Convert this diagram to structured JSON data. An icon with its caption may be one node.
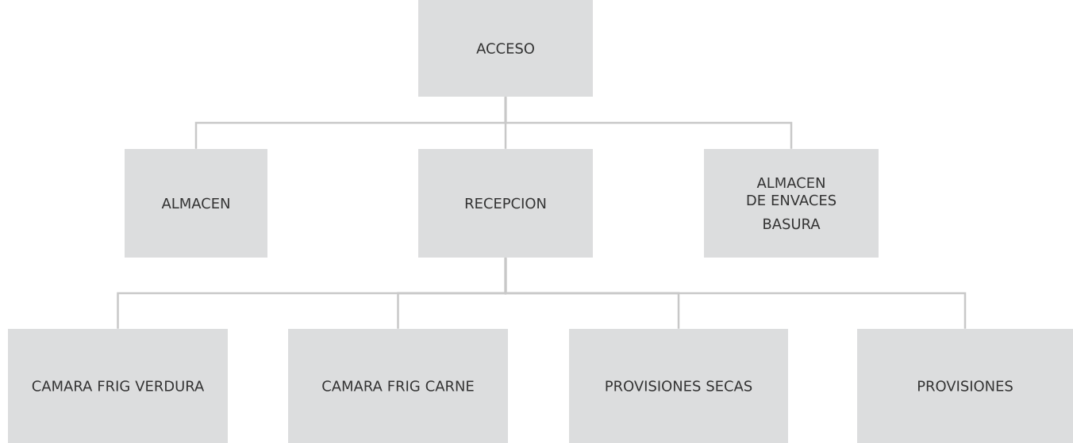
{
  "diagram": {
    "nodes": [
      {
        "text": [
          "ACCESO"
        ]
      },
      {
        "text": [
          "ALMACEN"
        ]
      },
      {
        "text": [
          "RECEPCION"
        ]
      },
      {
        "text": [
          "ALMACEN DE ENVACES",
          "BASURA"
        ]
      },
      {
        "text": [
          "CAMARA FRIG VERDURA"
        ]
      },
      {
        "text": [
          "CAMARA FRIG CARNE"
        ]
      },
      {
        "text": [
          "PROVISIONES SECAS"
        ]
      },
      {
        "text": [
          "PROVISIONES"
        ]
      }
    ],
    "edges": [
      {
        "from": 0,
        "to": 1,
        "arrow": "none"
      },
      {
        "from": 0,
        "to": 2,
        "arrow": "none"
      },
      {
        "from": 0,
        "to": 3,
        "arrow": "none"
      },
      {
        "from": 2,
        "to": 4,
        "arrow": "none"
      },
      {
        "from": 2,
        "to": 5,
        "arrow": "none"
      },
      {
        "from": 2,
        "to": 6,
        "arrow": "none"
      },
      {
        "from": 2,
        "to": 7,
        "arrow": "none"
      }
    ]
  }
}
